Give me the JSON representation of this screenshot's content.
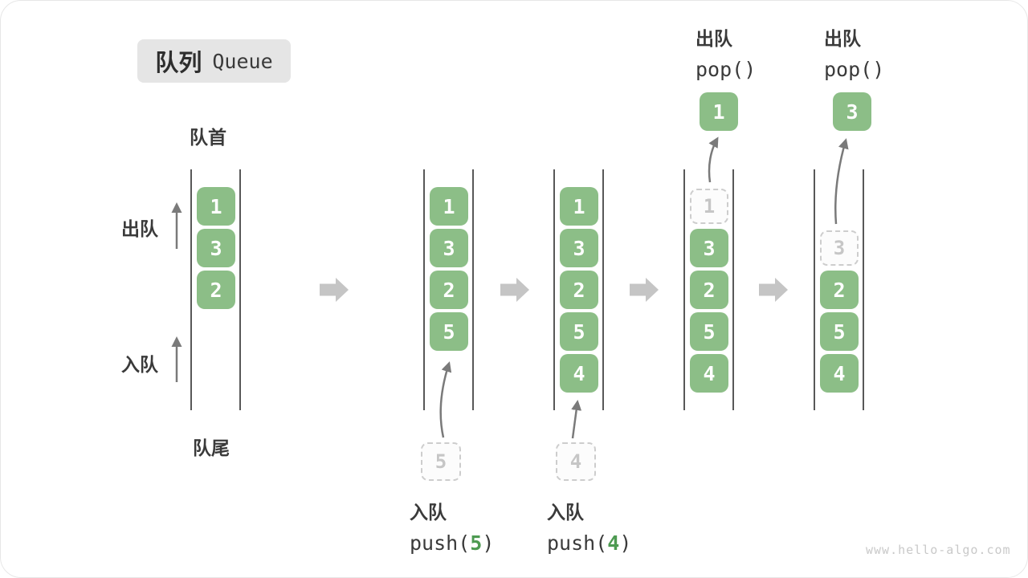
{
  "title": {
    "zh": "队列",
    "en": "Queue"
  },
  "side_labels": {
    "front": "队首",
    "rear": "队尾",
    "dequeue": "出队",
    "enqueue": "入队"
  },
  "colors": {
    "box_green": "#8CBE87",
    "code_green": "#4D9A51",
    "block_arrow_gray": "#C5C5C5",
    "thin_arrow_gray": "#7A7A7A",
    "wall_gray": "#585858",
    "text_dark": "#3A3A3A",
    "ghost_gray": "#C6C6C6",
    "title_bg": "#E5E5E5"
  },
  "states": {
    "s1": {
      "boxes": [
        "1",
        "3",
        "2"
      ]
    },
    "s2": {
      "boxes": [
        "1",
        "3",
        "2",
        "5"
      ],
      "incoming": "5"
    },
    "s3": {
      "boxes": [
        "1",
        "3",
        "2",
        "5",
        "4"
      ],
      "incoming": "4"
    },
    "s4": {
      "removed": "1",
      "boxes": [
        "3",
        "2",
        "5",
        "4"
      ],
      "popped": "1"
    },
    "s5": {
      "removed": "3",
      "boxes": [
        "2",
        "5",
        "4"
      ],
      "popped": "3"
    }
  },
  "operations": {
    "push5": {
      "zh": "入队",
      "code_pre": "push(",
      "arg": "5",
      "code_post": ")"
    },
    "push4": {
      "zh": "入队",
      "code_pre": "push(",
      "arg": "4",
      "code_post": ")"
    },
    "pop1": {
      "zh": "出队",
      "code": "pop()"
    },
    "pop2": {
      "zh": "出队",
      "code": "pop()"
    }
  },
  "watermark": "www.hello-algo.com"
}
